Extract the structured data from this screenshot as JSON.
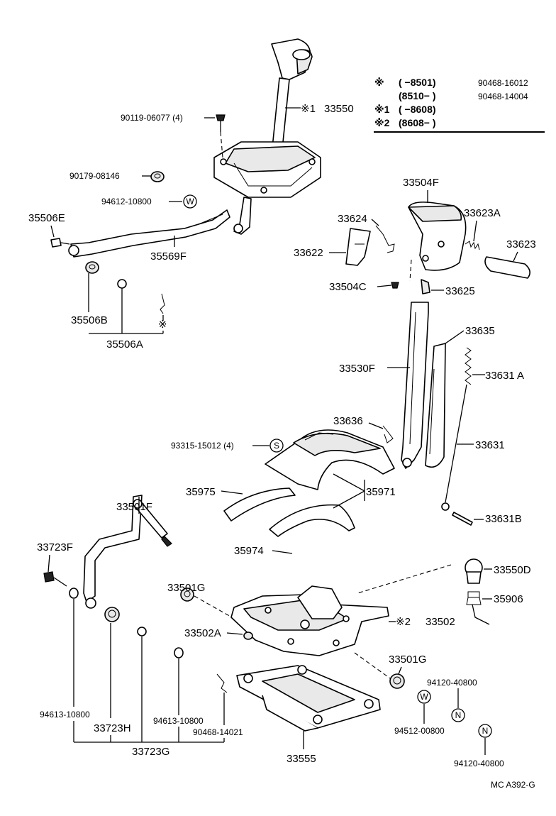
{
  "legend": {
    "rows": [
      {
        "mark": "※",
        "range": "(      −8501)",
        "part": "90468-16012"
      },
      {
        "mark": "",
        "range": "(8510−      )",
        "part": "90468-14004"
      },
      {
        "mark": "※1",
        "range": "(      −8608)",
        "part": ""
      },
      {
        "mark": "※2",
        "range": "(8608−      )",
        "part": ""
      }
    ]
  },
  "labels": {
    "p33550": "33550",
    "m33550": "※1",
    "p90119": "90119-06077 (4)",
    "p90179": "90179-08146",
    "p94612": "94612-10800",
    "w1": "W",
    "p35506E": "35506E",
    "p35569F": "35569F",
    "p35506B": "35506B",
    "p35506A": "35506A",
    "mClip": "※",
    "p33504F": "33504F",
    "p33624": "33624",
    "p33623A": "33623A",
    "p33622": "33622",
    "p33623": "33623",
    "p33504C": "33504C",
    "p33625": "33625",
    "p33635": "33635",
    "p33530F": "33530F",
    "p33631A": "33631 A",
    "p33636": "33636",
    "p33631": "33631",
    "p93315": "93315-15012 (4)",
    "s1": "S",
    "p35975": "35975",
    "p35971": "35971",
    "p33631B": "33631B",
    "p33501F": "33501F",
    "p33723F": "33723F",
    "p35974": "35974",
    "p33550D": "33550D",
    "p33501G1": "33501G",
    "p35906": "35906",
    "p33502": "33502",
    "m33502": "※2",
    "p33502A": "33502A",
    "p33501G2": "33501G",
    "p94120a": "94120-40800",
    "n1": "N",
    "w2": "W",
    "p94613a": "94613-10800",
    "p94613b": "94613-10800",
    "p94512": "94512-00800",
    "p33723H": "33723H",
    "p90468": "90468-14021",
    "n2": "N",
    "p33723G": "33723G",
    "p33555": "33555",
    "p94120b": "94120-40800",
    "code": "MC  A392-G"
  }
}
